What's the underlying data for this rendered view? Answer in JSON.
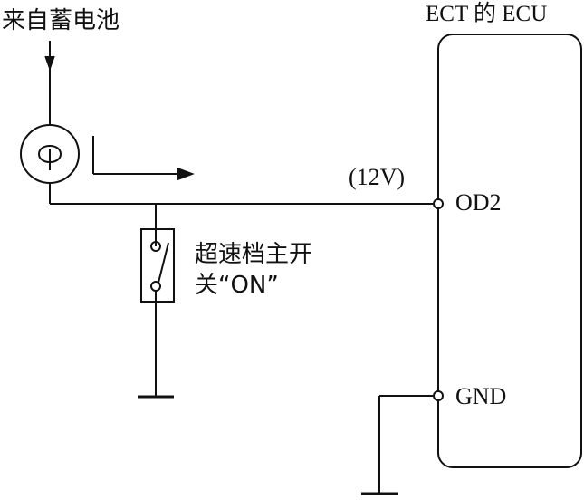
{
  "labels": {
    "battery_source": "来自蓄电池",
    "ecu_title": "ECT 的 ECU",
    "voltage": "(12V)",
    "od2_pin": "OD2",
    "gnd_pin": "GND",
    "switch_line1": "超速档主开",
    "switch_line2": "关“ON”"
  },
  "colors": {
    "line": "#111111",
    "background": "#ffffff"
  },
  "icons": {
    "indicator_lamp": "lamp-symbol",
    "current_arrow": "arrow-right",
    "switch": "switch-symbol",
    "ground": "ground-symbol"
  }
}
